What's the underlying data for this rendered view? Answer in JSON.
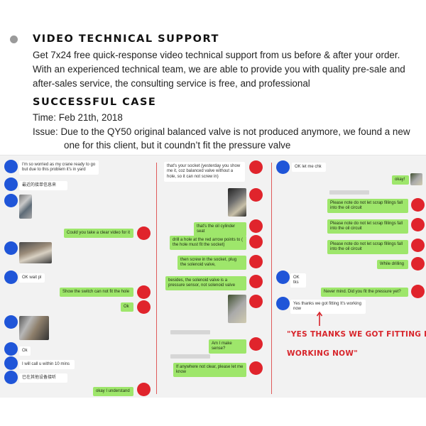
{
  "header": {
    "title1": "VIDEO TECHNICAL SUPPORT",
    "lines1": [
      "Get 7x24 free quick-response video technical support from us before & after your order.",
      "With an experienced technical team, we are able to provide you with quality pre-sale and",
      "after-sales service, the consulting service is free, and professional"
    ],
    "title2": "SUCCESSFUL CASE",
    "time": "Time: Feb 21th, 2018",
    "issue1": "Issue: Due to the QY50 original balanced valve is not produced anymore, we found a new",
    "issue2": "one for this client, but it coundn’t fit the pressure valve"
  },
  "col1": {
    "m1": "I'm so worried as my crane ready to go but due to this problem it's in yard",
    "m2": "最近的接单信息来",
    "m3": "Could you take a clear video for it",
    "m4": "OK wait pl",
    "m5": "Show the switch can not fit the hole",
    "m6": "Ok",
    "m7": "Ok",
    "m8": "I will call u within 10 mins",
    "m9": "已在其他设备接听",
    "m10": "okay I understand"
  },
  "col2": {
    "m1": "that's your socket (yesterday you show me it, coz balanced valve without a hole, so it can not screw in)",
    "m2": "that's the oil cylinder seat",
    "m3": "drill a hole at the red arrow points to ( the hole must fit the socket)",
    "m4": "then screw in the socket, plug the solenoid valve,",
    "m5": "besides, the solenoid valve is a pressure sensor, not solenoid valve",
    "m6": "Am I make sense?",
    "m7": "If anywhere not clear, please let me know"
  },
  "col3": {
    "m1": "OK let me chk",
    "m2": "okay!",
    "m3": "Please note do not let scrap fillings fall into the oil circuit",
    "m4": "Please note do not let scrap fillings fall into the oil circuit",
    "m5": "Please note do not let scrap fillings fall into the oil circuit",
    "m6": "While drilling",
    "m7": "OK tks",
    "m8": "Never mind. Did you fit the pressure yet?",
    "m9": "Yes thanks we got fitting It's working now"
  },
  "annotation": {
    "line1": "\"YES THANKS WE GOT FITTING IT'S",
    "line2": "WORKING NOW\""
  },
  "colors": {
    "accent_red": "#d8262c",
    "bubble_green": "#9ee66b",
    "avatar_blue": "#1f55d8",
    "avatar_red": "#e0242c"
  }
}
